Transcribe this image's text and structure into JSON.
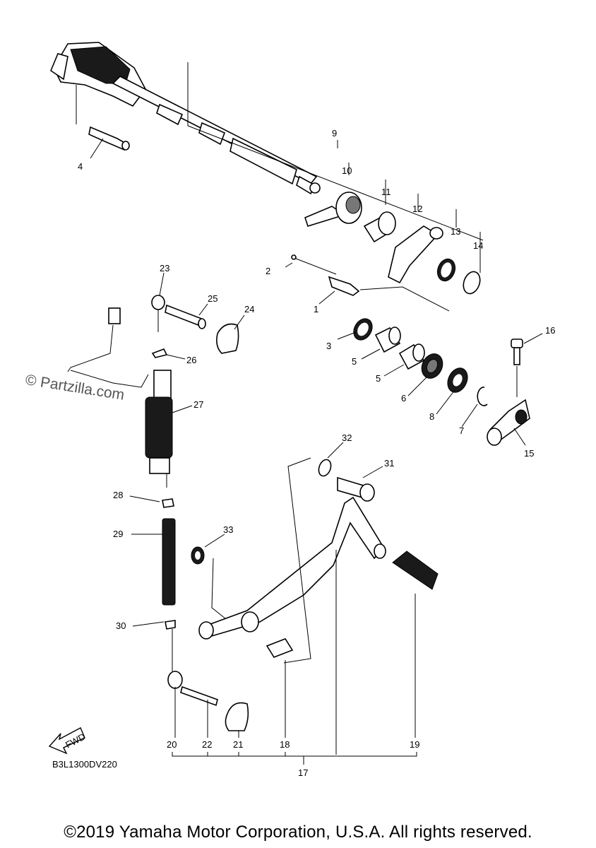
{
  "diagram": {
    "watermark": "© Partzilla.com",
    "drawing_code": "B3L1300DV220",
    "fwd_label": "FWD",
    "copyright": "©2019 Yamaha Motor Corporation, U.S.A. All rights reserved.",
    "callouts": [
      {
        "id": "c4",
        "text": "4"
      },
      {
        "id": "c9",
        "text": "9"
      },
      {
        "id": "c10",
        "text": "10"
      },
      {
        "id": "c11",
        "text": "11"
      },
      {
        "id": "c12",
        "text": "12"
      },
      {
        "id": "c13",
        "text": "13"
      },
      {
        "id": "c14",
        "text": "14"
      },
      {
        "id": "c2",
        "text": "2"
      },
      {
        "id": "c1",
        "text": "1"
      },
      {
        "id": "c23",
        "text": "23"
      },
      {
        "id": "c25",
        "text": "25"
      },
      {
        "id": "c24",
        "text": "24"
      },
      {
        "id": "c26",
        "text": "26"
      },
      {
        "id": "c3",
        "text": "3"
      },
      {
        "id": "c5a",
        "text": "5"
      },
      {
        "id": "c5b",
        "text": "5"
      },
      {
        "id": "c6",
        "text": "6"
      },
      {
        "id": "c8",
        "text": "8"
      },
      {
        "id": "c7",
        "text": "7"
      },
      {
        "id": "c16",
        "text": "16"
      },
      {
        "id": "c15",
        "text": "15"
      },
      {
        "id": "c27",
        "text": "27"
      },
      {
        "id": "c32",
        "text": "32"
      },
      {
        "id": "c31",
        "text": "31"
      },
      {
        "id": "c28",
        "text": "28"
      },
      {
        "id": "c29",
        "text": "29"
      },
      {
        "id": "c33",
        "text": "33"
      },
      {
        "id": "c30",
        "text": "30"
      },
      {
        "id": "c20",
        "text": "20"
      },
      {
        "id": "c22",
        "text": "22"
      },
      {
        "id": "c21",
        "text": "21"
      },
      {
        "id": "c18",
        "text": "18"
      },
      {
        "id": "c19",
        "text": "19"
      },
      {
        "id": "c17",
        "text": "17"
      }
    ]
  }
}
